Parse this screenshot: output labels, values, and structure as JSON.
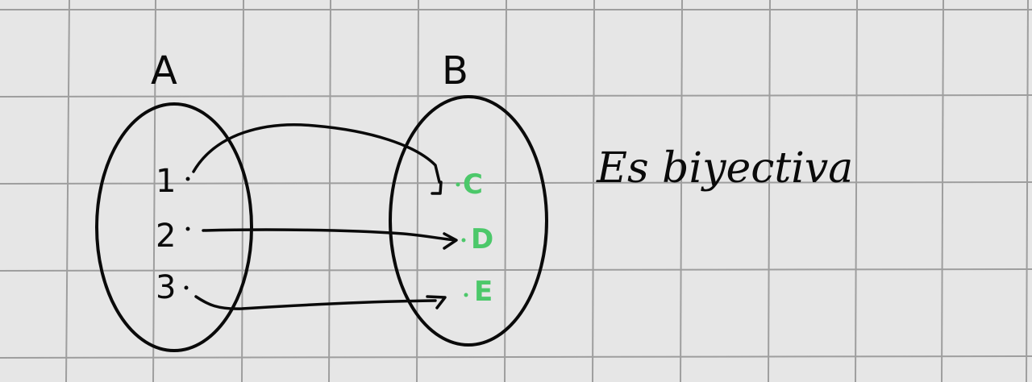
{
  "diagram": {
    "set_a": {
      "label": "A",
      "elements": [
        "1",
        "2",
        "3"
      ]
    },
    "set_b": {
      "label": "B",
      "elements": [
        "C",
        "D",
        "E"
      ],
      "element_color": "#4cc86a"
    },
    "mappings": [
      {
        "from": "1",
        "to": "C"
      },
      {
        "from": "2",
        "to": "D"
      },
      {
        "from": "3",
        "to": "E"
      }
    ],
    "caption": "Es biyectiva",
    "ink_color": "#0a0a0a",
    "paper_color": "#e6e6e6",
    "grid_color": "#9e9e9e"
  }
}
